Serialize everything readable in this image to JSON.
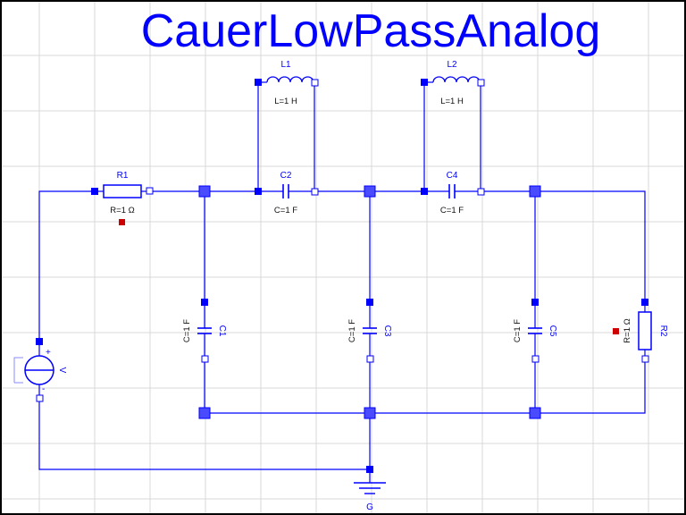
{
  "title": "CauerLowPassAnalog",
  "colors": {
    "wire": "#0000ff",
    "title": "#0000ff",
    "label": "#0000ff",
    "param": "#111111",
    "grid": "#d8d8d8",
    "node_fill": "#4a4aff",
    "annotation": "#cc0000",
    "border": "#000000"
  },
  "components": {
    "R1": {
      "name": "R1",
      "param": "R=1 Ω"
    },
    "R2": {
      "name": "R2",
      "param": "R=1 Ω"
    },
    "L1": {
      "name": "L1",
      "param": "L=1 H"
    },
    "L2": {
      "name": "L2",
      "param": "L=1 H"
    },
    "C1": {
      "name": "C1",
      "param": "C=1 F"
    },
    "C2": {
      "name": "C2",
      "param": "C=1 F"
    },
    "C3": {
      "name": "C3",
      "param": "C=1 F"
    },
    "C4": {
      "name": "C4",
      "param": "C=1 F"
    },
    "C5": {
      "name": "C5",
      "param": "C=1 F"
    },
    "V": {
      "name": "V",
      "plus": "+",
      "minus": "-"
    },
    "G": {
      "name": "G"
    }
  }
}
